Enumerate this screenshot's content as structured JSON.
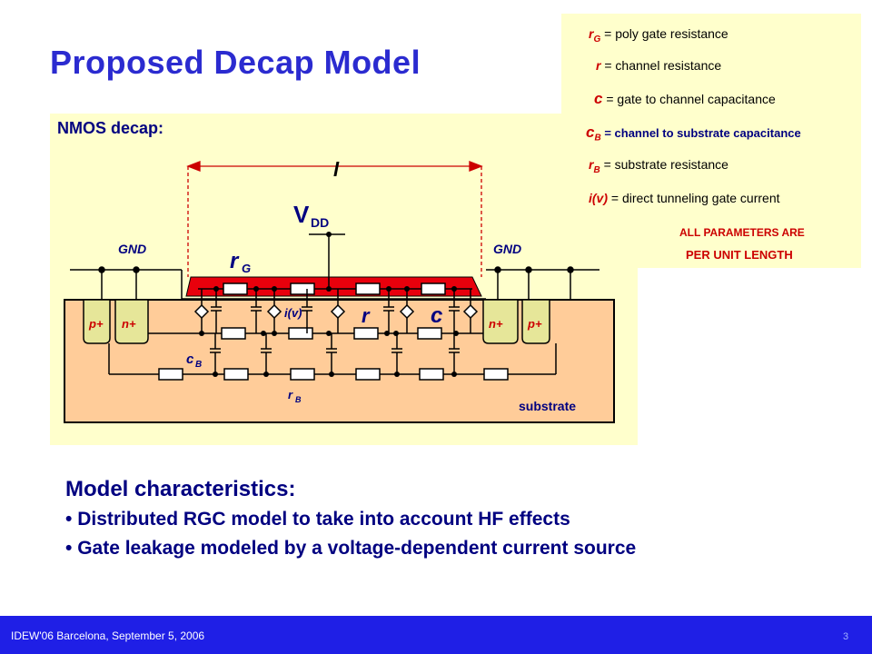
{
  "slide": {
    "title": "Proposed Decap Model",
    "nmos_label": "NMOS decap:",
    "model_heading": "Model characteristics:",
    "bullets": [
      "Distributed RGC model to take into account HF effects",
      "Gate leakage modeled by a voltage-dependent current source"
    ],
    "footer": "IDEW'06 Barcelona, September 5, 2006",
    "page_number": "3"
  },
  "legend": [
    {
      "sym": "r",
      "sub": "G",
      "text": "= poly gate resistance"
    },
    {
      "sym": "r",
      "sub": "",
      "text": "= channel resistance"
    },
    {
      "sym": "c",
      "sub": "",
      "text": "= gate to channel capacitance"
    },
    {
      "sym": "c",
      "sub": "B",
      "text": "= channel to substrate capacitance"
    },
    {
      "sym": "r",
      "sub": "B",
      "text": "= substrate resistance"
    },
    {
      "sym": "i(v)",
      "sub": "",
      "text": "= direct tunneling gate current"
    }
  ],
  "note": {
    "line1": "ALL PARAMETERS ARE",
    "line2": "PER UNIT LENGTH"
  },
  "diagram": {
    "length_label": "l",
    "vdd": "V",
    "vdd_sub": "DD",
    "gnd_left": "GND",
    "gnd_right": "GND",
    "rg": "r",
    "rg_sub": "G",
    "iv": "i(v)",
    "r": "r",
    "c": "c",
    "cb": "c",
    "cb_sub": "B",
    "rb": "r",
    "rb_sub": "B",
    "substrate": "substrate",
    "pplus": "p+",
    "nplus": "n+"
  },
  "colors": {
    "title": "#2b2bd0",
    "panel": "#ffffcc",
    "footer": "#1f1fe6",
    "gate": "#e8000c",
    "legend_symbol": "#cc0000",
    "well": "#ffcc99"
  }
}
